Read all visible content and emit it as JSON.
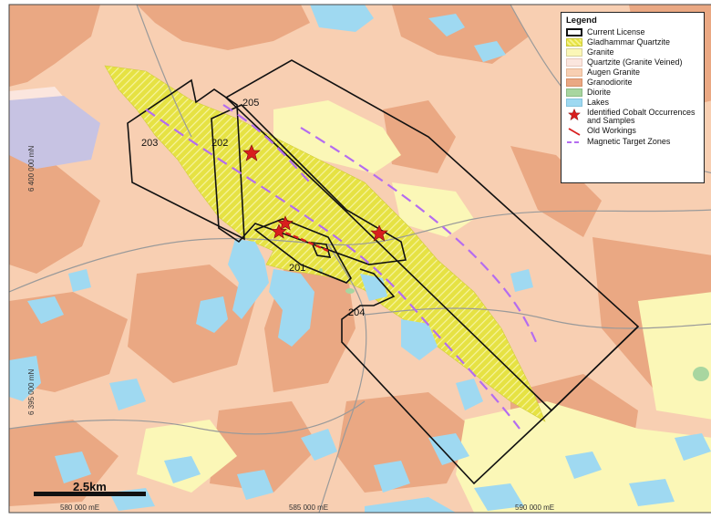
{
  "legend": {
    "title": "Legend",
    "items": [
      {
        "label": "Current License",
        "swatch": "license"
      },
      {
        "label": "Gladhammar Quartzite",
        "swatch": "quartzite"
      },
      {
        "label": "Granite",
        "swatch": "granite"
      },
      {
        "label": "Quartzite (Granite Veined)",
        "swatch": "veined"
      },
      {
        "label": "Augen Granite",
        "swatch": "augen"
      },
      {
        "label": "Granodiorite",
        "swatch": "granodiorite"
      },
      {
        "label": "Diorite",
        "swatch": "diorite"
      },
      {
        "label": "Lakes",
        "swatch": "lakes"
      },
      {
        "label": "Identified Cobalt Occurrences and Samples",
        "swatch": "star-icon"
      },
      {
        "label": "Old Workings",
        "swatch": "red-line-icon"
      },
      {
        "label": "Magnetic Target Zones",
        "swatch": "dashed-line-icon"
      }
    ]
  },
  "license_blocks": [
    {
      "id": "201"
    },
    {
      "id": "202"
    },
    {
      "id": "203"
    },
    {
      "id": "204"
    },
    {
      "id": "205"
    }
  ],
  "axes": {
    "y_ticks": [
      "6 400 000 mN",
      "6 395 000 mN"
    ],
    "x_ticks": [
      "580 000 mE",
      "585 000 mE",
      "590 000 mE"
    ]
  },
  "scale_bar": {
    "label": "2.5km"
  },
  "colors": {
    "augen_granite": "#f8cfb2",
    "granodiorite": "#eaa883",
    "granite": "#fbf7b7",
    "quartzite": "#e6e243",
    "veined": "#fbe6de",
    "diorite": "#a8d6a0",
    "lakes": "#9fd9f1",
    "license_outline": "#111111",
    "magnetic_zone": "#b46cf0",
    "cobalt_star": "#d81e1e",
    "old_workings": "#d81e1e",
    "roads": "#9a9a9a"
  }
}
